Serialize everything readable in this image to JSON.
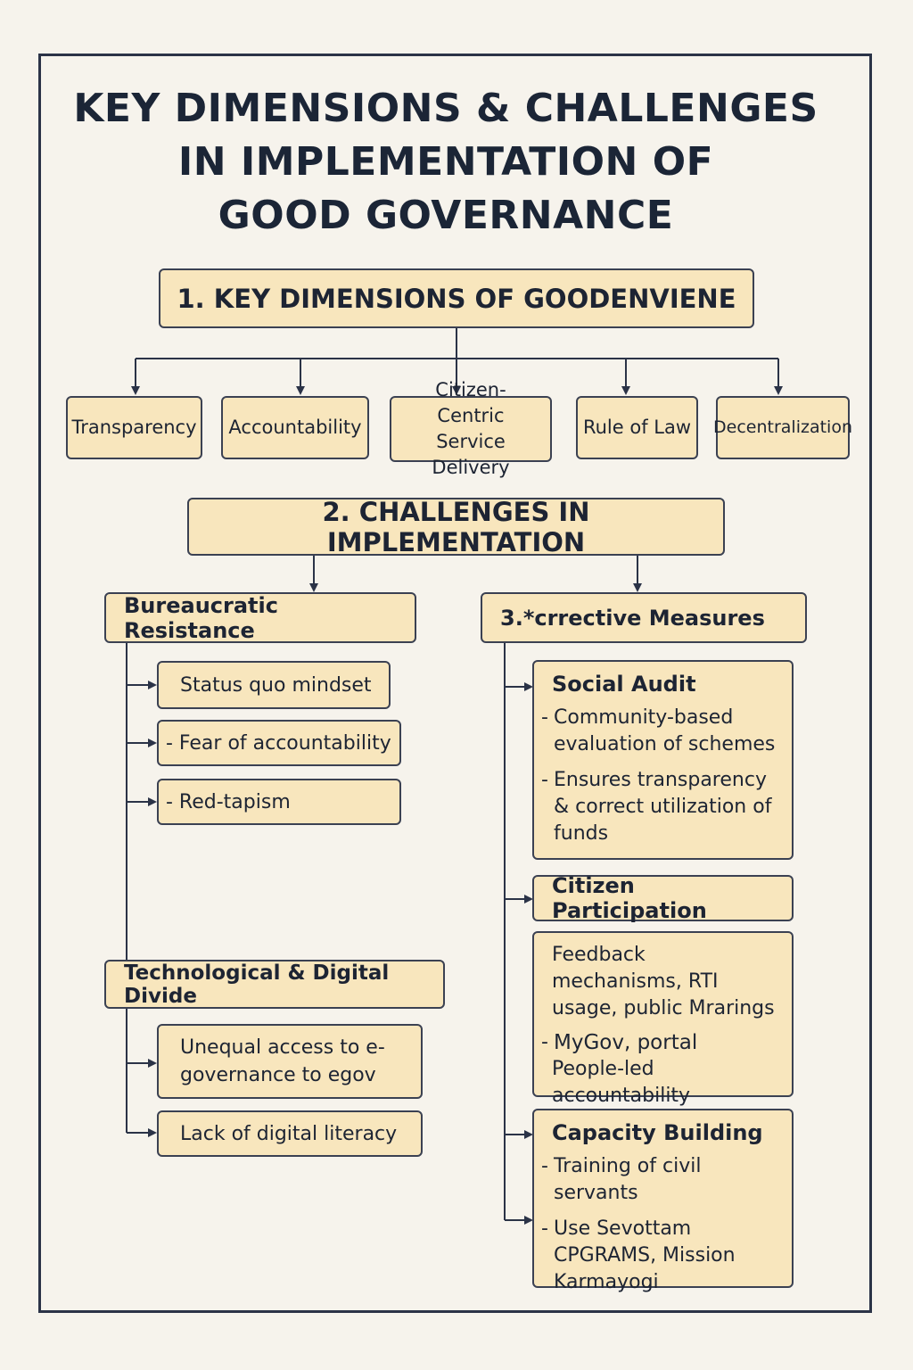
{
  "title": {
    "line1": "KEY DIMENSIONS & CHALLENGES",
    "line2": "IN IMPLEMENTATION OF",
    "line3": "GOOD GOVERNANCE"
  },
  "section1": {
    "header": "1. KEY DIMENSIONS OF GOODENVIENE",
    "dimensions": [
      {
        "label": "Transparency"
      },
      {
        "label": "Accountability"
      },
      {
        "label": "Citizen-Centric Service Delivery"
      },
      {
        "label": "Rule of Law"
      },
      {
        "label": "Decentralization"
      }
    ]
  },
  "section2": {
    "header": "2. CHALLENGES IN IMPLEMENTATION",
    "bureaucratic": {
      "title": "Bureaucratic Resistance",
      "items": [
        "Status quo mindset",
        "- Fear of accountability",
        "- Red-tapism"
      ]
    },
    "digital": {
      "title": "Technological & Digital Divide",
      "items": [
        "Unequal access to e-governance to egov",
        "Lack of digital literacy"
      ]
    }
  },
  "section3": {
    "header": "3.*crrective Measures",
    "social_audit": {
      "title": "Social Audit",
      "points": [
        "Community-based evaluation of schemes",
        "Ensures transparency & correct utilization of funds"
      ]
    },
    "citizen_participation": {
      "title": "Citizen Participation"
    },
    "feedback": {
      "line1": "Feedback mechanisms, RTI usage, public Mrarings",
      "line2": "MyGov, portal",
      "line3": "People-led accountability"
    },
    "capacity_building": {
      "title": "Capacity Building",
      "points": [
        "Training of civil servants",
        "Use Sevottam CPGRAMS, Mission Karmayogi"
      ]
    }
  }
}
